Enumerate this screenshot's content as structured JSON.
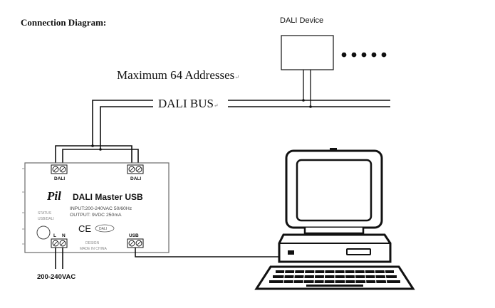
{
  "header": {
    "title": "Connection Diagram:"
  },
  "device": {
    "label": "DALI Device"
  },
  "bus": {
    "max_label": "Maximum 64 Addresses",
    "max_mark": "↵",
    "bus_label": "DALI BUS",
    "bus_mark": "↵"
  },
  "controller": {
    "terminal_left": "DALI",
    "terminal_right": "DALI",
    "brand": "Pil",
    "name": "DALI Master USB",
    "input_spec": "INPUT:200-240VAC 50/60Hz",
    "output_spec": "OUTPUT: 9VDC 250mA",
    "status_small_1": "STATUS",
    "status_small_2": "USB/DALI",
    "ce_mark": "CE",
    "oval_mark": "DALI",
    "terminal_l": "L",
    "terminal_n": "N",
    "usb_label": "USB",
    "origin_1": "DESIGN",
    "origin_2": "MADE IN CHINA"
  },
  "power": {
    "label": "200-240VAC"
  },
  "colors": {
    "line": "#1a1a1a",
    "box": "#111111",
    "controller_fill": "#ffffff",
    "controller_stroke": "#6a6a6a",
    "text": "#111111"
  }
}
